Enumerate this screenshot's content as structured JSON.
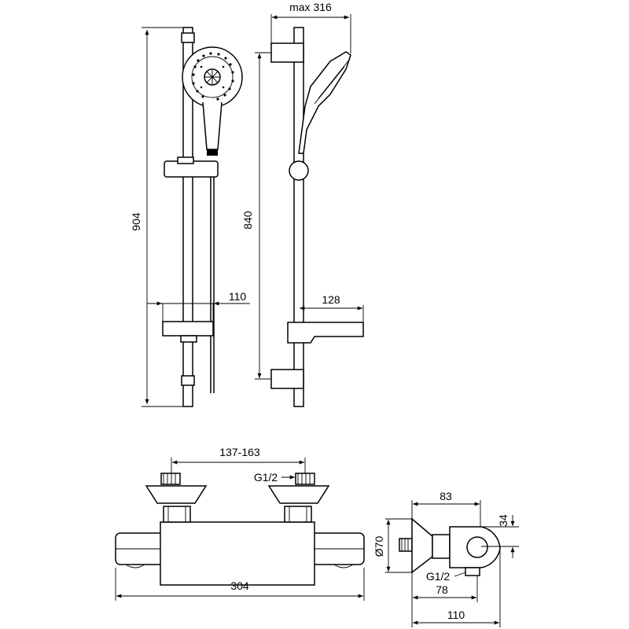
{
  "dimensions": {
    "top_width": "max 316",
    "height_total": "904",
    "height_rail": "840",
    "shelf_width": "110",
    "shelf_depth": "128",
    "inlet_spacing": "137-163",
    "thread_top": "G1/2",
    "body_length": "304",
    "side_depth": "83",
    "side_height": "34",
    "side_diameter": "Ø70",
    "thread_side": "G1/2",
    "side_offset": "78",
    "side_total": "110"
  }
}
